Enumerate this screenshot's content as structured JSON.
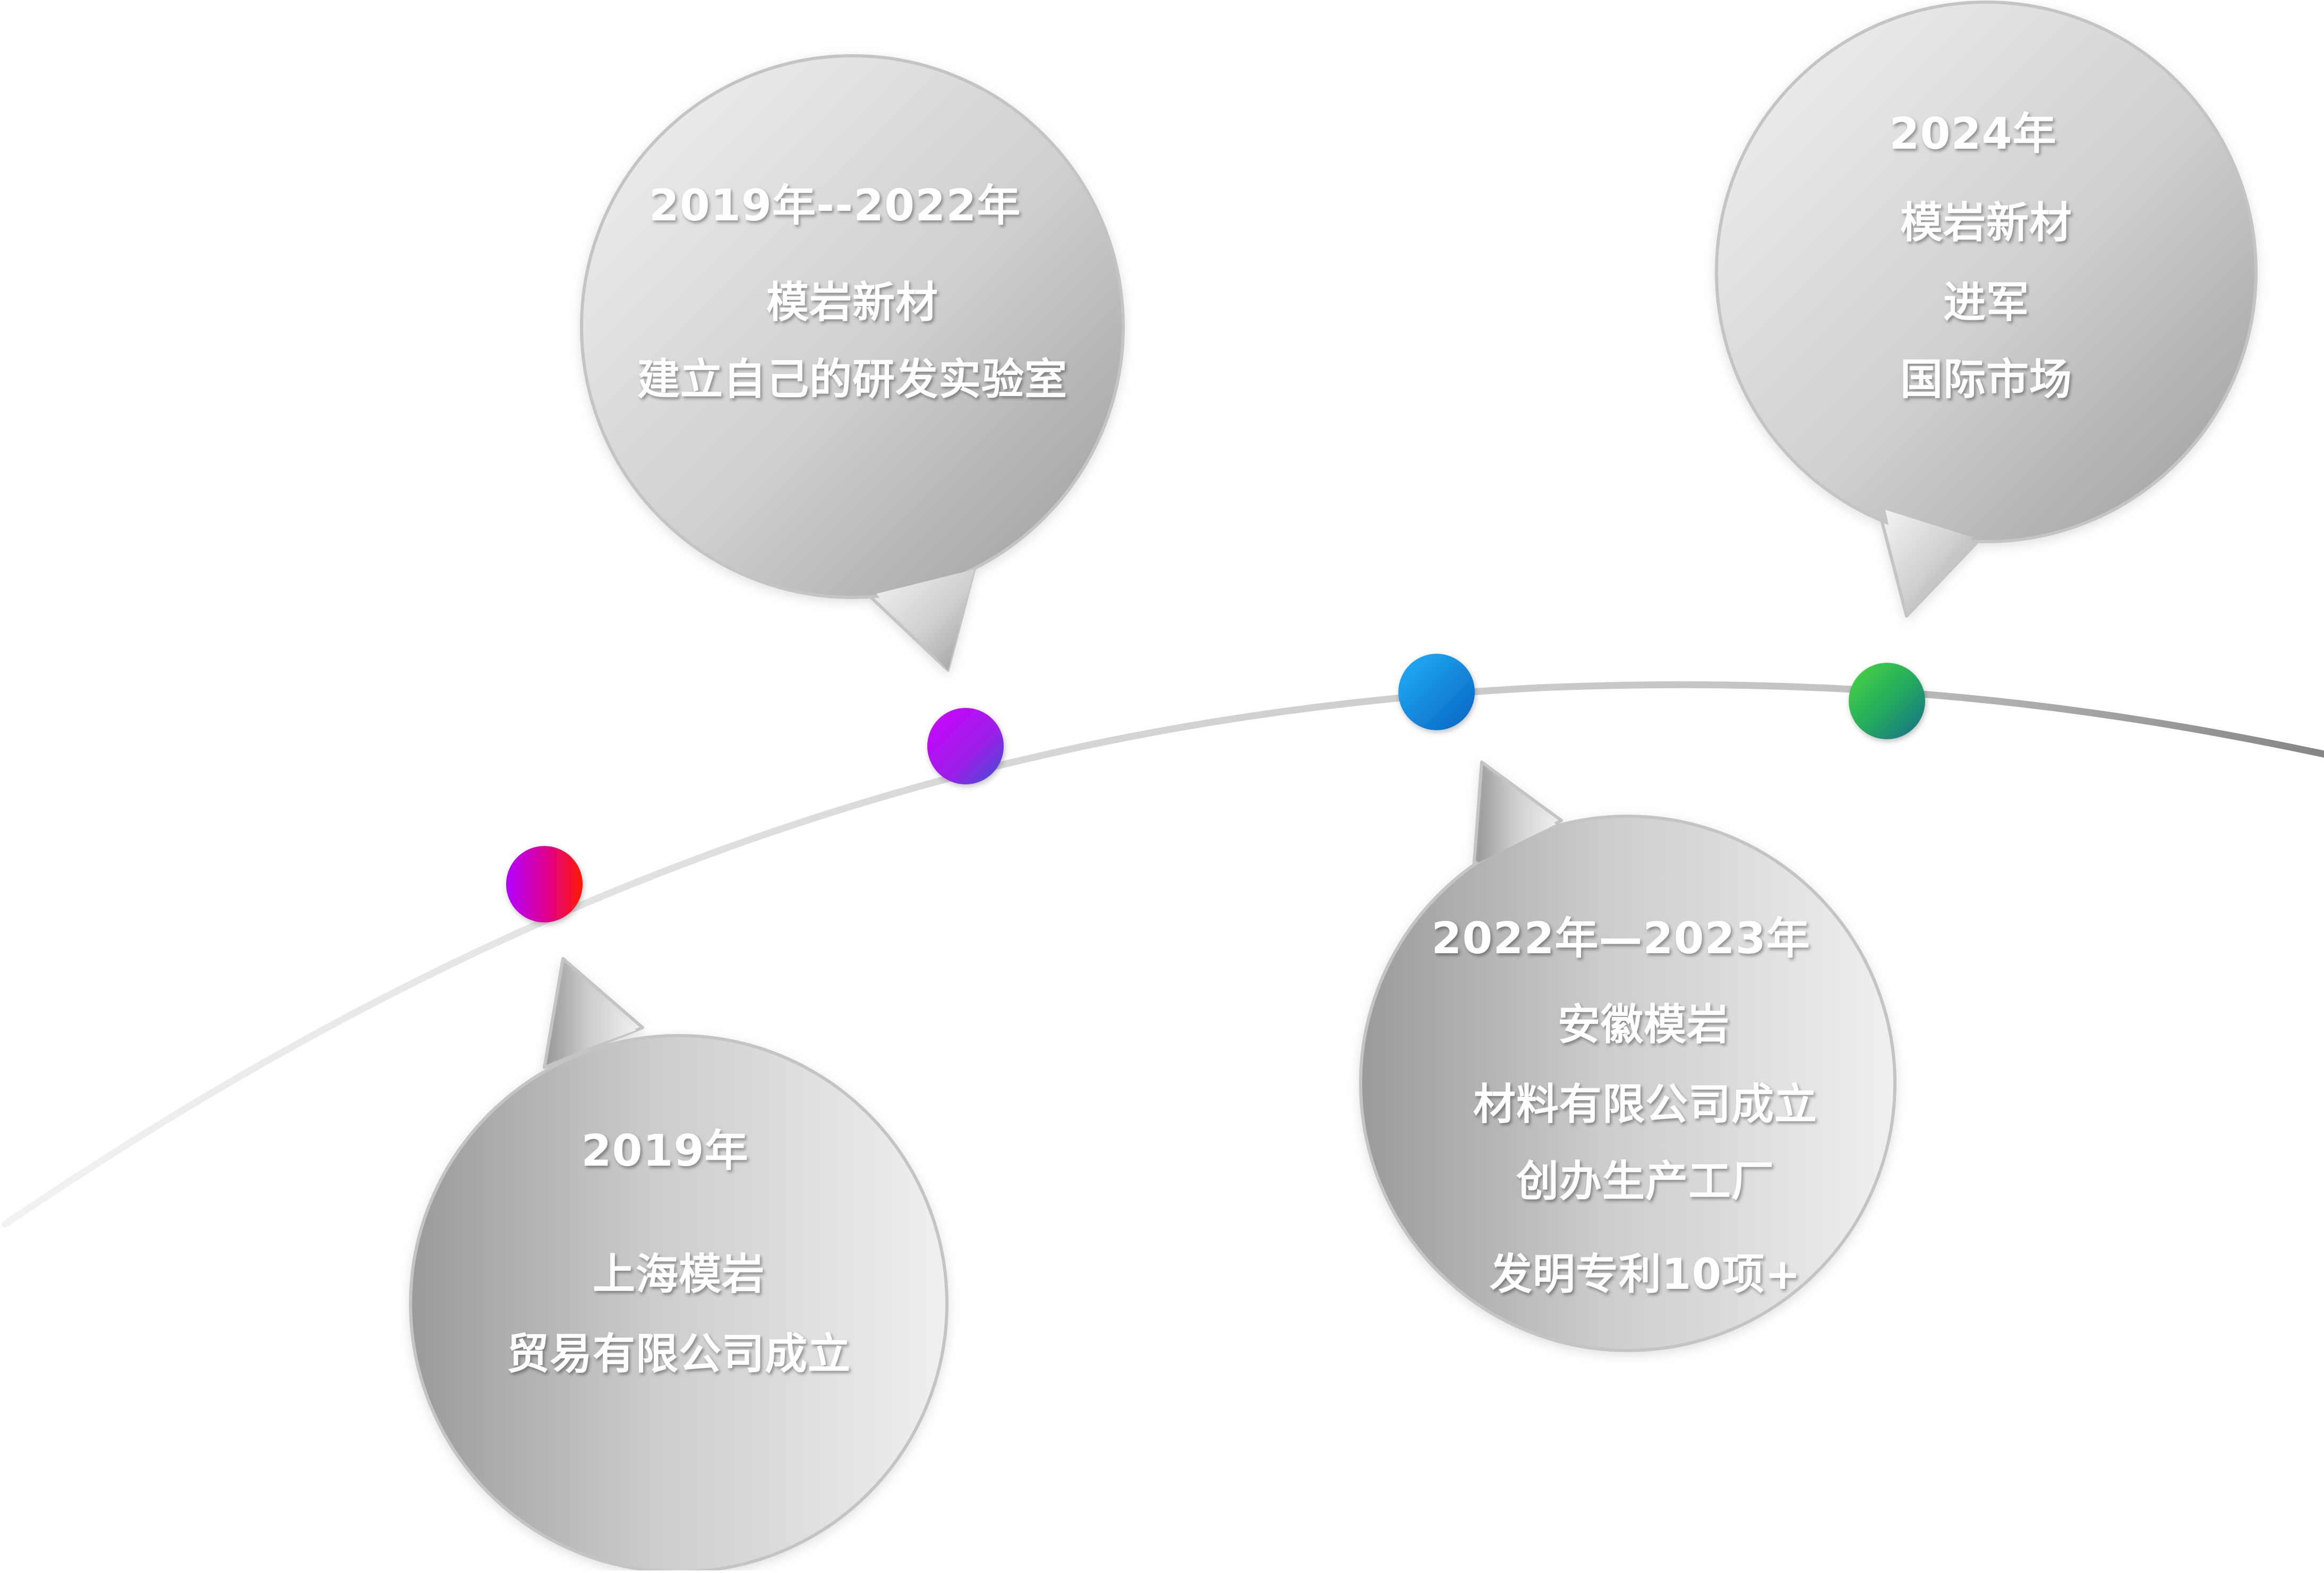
{
  "milestones": [
    {
      "year": "2019年",
      "lines": [
        "上海模岩",
        "贸易有限公司成立"
      ],
      "dot_gradient": [
        "#b400ff",
        "#ff1010"
      ]
    },
    {
      "year": "2019年--2022年",
      "lines": [
        "模岩新材",
        "建立自己的研发实验室"
      ],
      "dot_gradient": [
        "#c000f0",
        "#5a40d8"
      ]
    },
    {
      "year": "2022年—2023年",
      "lines": [
        "安徽模岩",
        "材料有限公司成立",
        "创办生产工厂",
        "发明专利10项+"
      ],
      "dot_gradient": [
        "#1aa6f0",
        "#0a6ec8"
      ]
    },
    {
      "year": "2024年",
      "lines": [
        "模岩新材",
        "进军",
        "国际市场"
      ],
      "dot_gradient": [
        "#35c94a",
        "#1a7a8a"
      ]
    }
  ],
  "colors": {
    "curve_light": "#f0f0f0",
    "curve_mid": "#cfcfcf",
    "curve_dark": "#8a8a8a",
    "bubble_light": "#f2f2f2",
    "bubble_dark": "#9d9d9d",
    "bubble_stroke": "#c8c8c8"
  }
}
